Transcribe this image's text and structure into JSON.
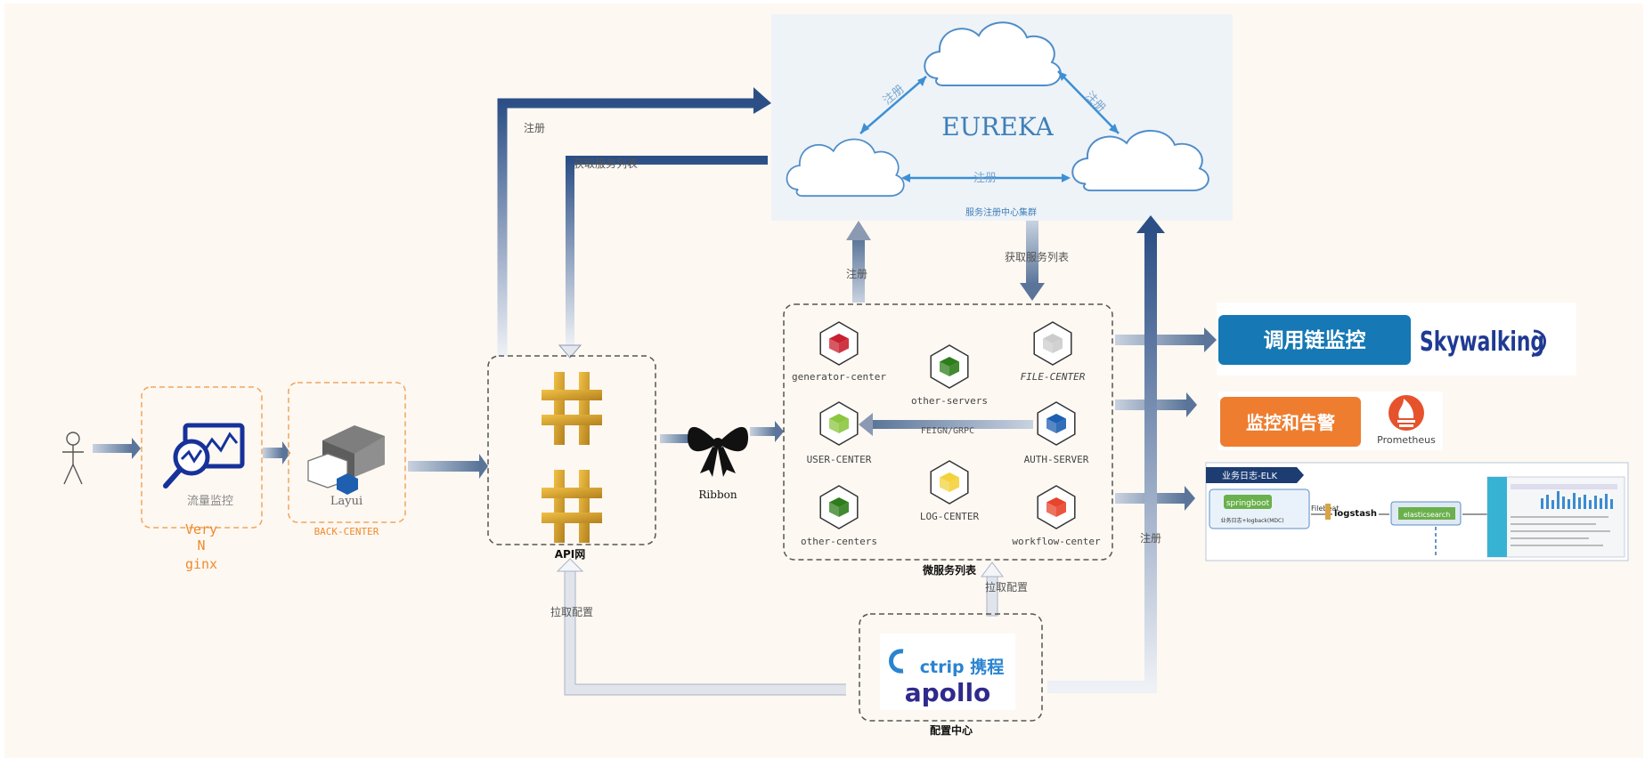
{
  "colors": {
    "canvas_bg": "#fdf8f2",
    "eureka_bg": "#eef3f8",
    "eureka_text": "#3d7fb8",
    "cloud_stroke": "#4f8dc9",
    "arrow_dark": "#2c4f86",
    "arrow_light": "#dfe4ec",
    "orange": "#f08a2c",
    "dashed": "#666666",
    "skywalking_blue": "#1678b4",
    "prometheus_orange": "#ee7d2f"
  },
  "user_icon": "person-icon",
  "nginx": {
    "label": "流量监控",
    "title_lines": [
      "Very",
      "N",
      "ginx"
    ]
  },
  "back_center": {
    "label": "Layui",
    "title": "BACK-CENTER"
  },
  "api_gateway": {
    "label": "API网"
  },
  "ribbon": {
    "label": "Ribbon"
  },
  "eureka": {
    "title": "EUREKA",
    "caption": "服务注册中心集群",
    "edge_left": "注册",
    "edge_right": "注册",
    "edge_bottom": "注册"
  },
  "flows": {
    "gateway_register": "注册",
    "gateway_fetch": "获取服务列表",
    "ms_register": "注册",
    "ms_fetch": "获取服务列表",
    "config_register": "注册",
    "pull_config_left": "拉取配置",
    "pull_config_right": "拉取配置",
    "feign": "FEIGN/GRPC"
  },
  "microservices": {
    "title": "微服务列表",
    "services": [
      {
        "name": "generator-center",
        "color": "#c8202f"
      },
      {
        "name": "other-servers",
        "color": "#2e7d1b"
      },
      {
        "name": "FILE-CENTER",
        "color": "#cccccc"
      },
      {
        "name": "USER-CENTER",
        "color": "#8cc63f"
      },
      {
        "name": "AUTH-SERVER",
        "color": "#1d5fb0"
      },
      {
        "name": "other-centers",
        "color": "#2e7d1b"
      },
      {
        "name": "LOG-CENTER",
        "color": "#f4d23c"
      },
      {
        "name": "workflow-center",
        "color": "#e8432b"
      }
    ]
  },
  "config_center": {
    "logo_top": "ctrip 携程",
    "logo_bottom": "apollo",
    "title": "配置中心"
  },
  "monitors": {
    "tracing": {
      "label": "调用链监控",
      "brand": "Skywalking"
    },
    "alerting": {
      "label": "监控和告警",
      "brand": "Prometheus"
    },
    "elk": {
      "title": "业务日志-ELK",
      "springboot": "springboot",
      "springboot_sub": "业务日志+logback(MDC)",
      "filebeat": "Filebeat",
      "logstash": "logstash",
      "elasticsearch": "elasticsearch"
    }
  }
}
